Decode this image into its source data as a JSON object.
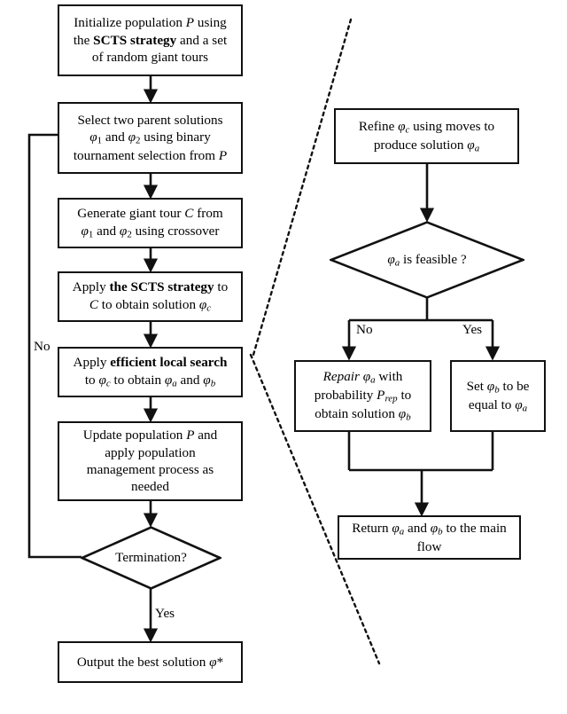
{
  "diagram": {
    "title": "Memetic algorithm flowchart with efficient local search detail",
    "background": "#ffffff",
    "stroke": "#111111"
  },
  "main_flow": {
    "nodes": [
      {
        "id": "init",
        "type": "process",
        "text": "Initialize population P using the SCTS strategy and a set of random giant tours",
        "bold_parts": [
          "SCTS strategy"
        ],
        "italic_parts": [
          "P"
        ]
      },
      {
        "id": "select",
        "type": "process",
        "text": "Select two parent solutions φ1 and φ2 using binary tournament selection from P",
        "italic_parts": [
          "P"
        ]
      },
      {
        "id": "crossover",
        "type": "process",
        "text": "Generate giant tour C from φ1 and φ2 using crossover",
        "italic_parts": [
          "C"
        ]
      },
      {
        "id": "scts",
        "type": "process",
        "text": "Apply the SCTS strategy to C to obtain solution φc",
        "bold_parts": [
          "the SCTS strategy"
        ],
        "italic_parts": [
          "C"
        ]
      },
      {
        "id": "localsearch",
        "type": "process",
        "text": "Apply efficient local search to φc to obtain φa and φb",
        "bold_parts": [
          "efficient local search"
        ]
      },
      {
        "id": "update",
        "type": "process",
        "text": "Update population P and apply population management process as needed",
        "italic_parts": [
          "P"
        ]
      },
      {
        "id": "termination",
        "type": "decision",
        "text": "Termination?"
      },
      {
        "id": "output",
        "type": "process",
        "text": "Output the best solution φ*"
      }
    ],
    "edge_labels": {
      "loop_back": "No",
      "terminate_yes": "Yes"
    }
  },
  "detail_flow": {
    "nodes": [
      {
        "id": "refine",
        "type": "process",
        "text": "Refine φc using moves to produce solution φa"
      },
      {
        "id": "feasible",
        "type": "decision",
        "text": "φa is feasible ?"
      },
      {
        "id": "repair",
        "type": "process",
        "text": "Repair φa with probability Prep to obtain solution φb",
        "italic_parts": [
          "Repair",
          "Prep"
        ]
      },
      {
        "id": "setphib",
        "type": "process",
        "text": "Set φb to be equal to φa"
      },
      {
        "id": "return",
        "type": "process",
        "text": "Return φa and φb to the main flow"
      }
    ],
    "edge_labels": {
      "branch_no": "No",
      "branch_yes": "Yes"
    }
  },
  "callout": {
    "style": "dotted-lines",
    "from": "localsearch",
    "to": "detail-panel"
  }
}
